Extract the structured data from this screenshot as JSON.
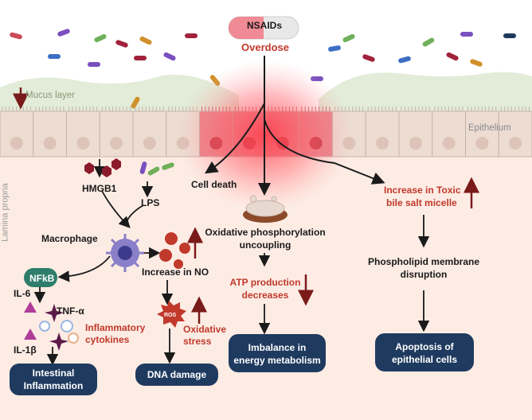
{
  "title_pill": "NSAIDs",
  "overdose": "Overdose",
  "mucus_layer": "Mucus layer",
  "epithelium": "Epithelium",
  "lamina_propria": "Lamina propria",
  "hmgb1": "HMGB1",
  "lps": "LPS",
  "macrophage": "Macrophage",
  "cell_death": "Cell death",
  "nfkb": "NFkB",
  "il6": "IL-6",
  "tnf": "TNF-α",
  "il1b": "IL-1β",
  "inflammatory_cytokines": [
    "Inflammatory",
    "cytokines"
  ],
  "intestinal_inflammation": [
    "Intestinal",
    "Inflammation"
  ],
  "increase_no": "Increase in NO",
  "ros": "ROS",
  "oxidative_stress": [
    "Oxidative",
    "stress"
  ],
  "dna_damage": "DNA damage",
  "oxphos": [
    "Oxidative phosphorylation",
    "uncoupling"
  ],
  "atp": [
    "ATP production",
    "decreases"
  ],
  "imbalance": [
    "Imbalance in",
    "energy metabolism"
  ],
  "toxic_bile": [
    "Increase in Toxic",
    "bile salt micelle"
  ],
  "phospholipid": [
    "Phospholipid membrane",
    "disruption"
  ],
  "apoptosis": [
    "Apoptosis of",
    "epithelial cells"
  ],
  "colors": {
    "navy_box": "#1f3a5f",
    "red_text": "#c0392b",
    "arrow_up": "#7a1a1a",
    "epithelium": "#e8d9d0",
    "mucus": "#e2ecd8",
    "nfkb": "#2e7d6b"
  }
}
